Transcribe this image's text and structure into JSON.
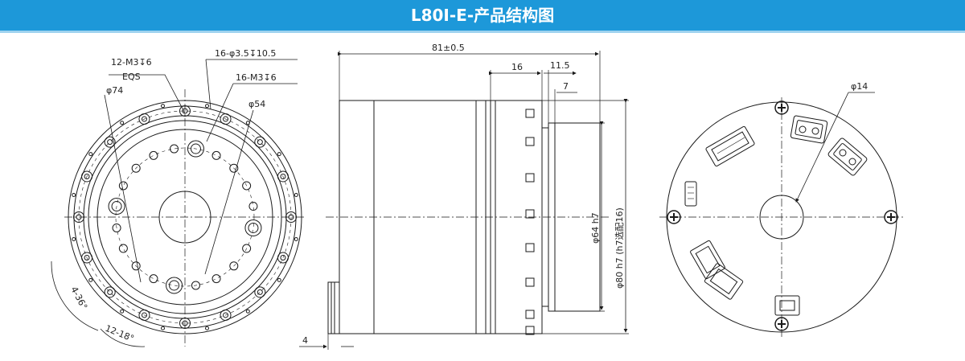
{
  "header": {
    "title": "L80I-E-产品结构图"
  },
  "front_view": {
    "labels": {
      "tapped_holes_12": "12-M3↧6",
      "eqs": "EQS",
      "through_holes_16": "16-φ3.5↧10.5",
      "tapped_holes_16": "16-M3↧6",
      "dia_74": "φ74",
      "dia_54": "φ54",
      "angle_36": "4-36°",
      "angle_18": "12-18°"
    }
  },
  "side_view": {
    "labels": {
      "length_total": "81±0.5",
      "len_16": "16",
      "len_11_5": "11.5",
      "len_7": "7",
      "len_4": "4",
      "dia_64": "φ64 h7",
      "dia_80": "φ80 h7 (h7选配16)"
    }
  },
  "rear_view": {
    "labels": {
      "dia_14": "φ14"
    }
  },
  "colors": {
    "banner": "#1d98d9",
    "accent": "#9fd3ef",
    "line": "#1a1a1a"
  }
}
